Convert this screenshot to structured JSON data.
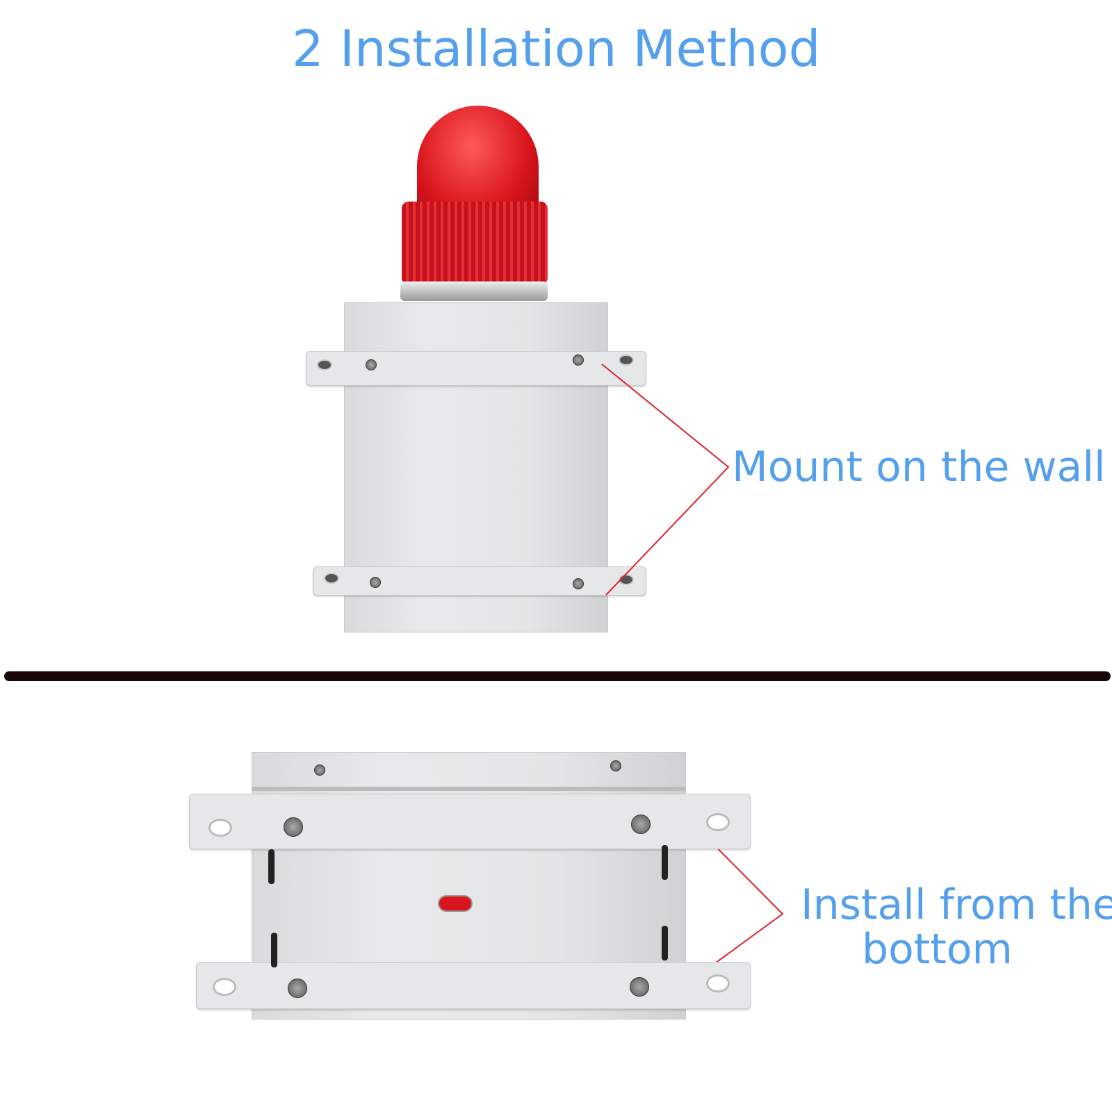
{
  "title": "2 Installation Method",
  "labels": {
    "wall": "Mount on the wall",
    "bottom_line1": "Install from the",
    "bottom_line2": "bottom"
  },
  "colors": {
    "text": "#55a0ec",
    "pointer": "#e0202a",
    "divider": "#1a0808",
    "lamp": "#d8141c"
  }
}
